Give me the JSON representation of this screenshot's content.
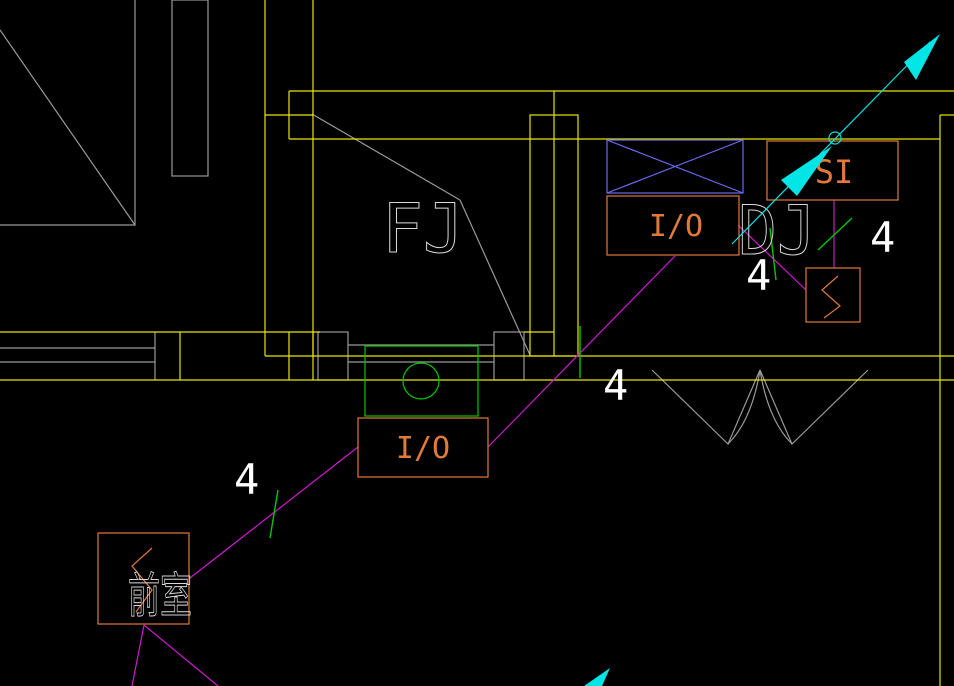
{
  "colors": {
    "background": "#000000",
    "wall": "#e6e600",
    "arch": "#9a9a9a",
    "device": "#e07a3a",
    "wire": "#d018d0",
    "direction": "#00e5e5",
    "fixture": "#00c800",
    "damper": "#6a6af0",
    "tick": "#00c800",
    "label": "#d8d8d8"
  },
  "labels": {
    "fj": "FJ",
    "dj": "DJ",
    "qianshi": "前室"
  },
  "devices": {
    "si_label": "SI",
    "io_upper_label": "I/O",
    "io_lower_label": "I/O",
    "s_label": "S"
  },
  "wire_counts": {
    "near_si": "4",
    "near_dj": "4",
    "near_door": "4",
    "lower_left": "4"
  },
  "icons": {
    "direction_arrow": "cyan-arrow-icon",
    "fan_symbol": "circle-fan-icon",
    "fire_damper": "crossed-box-icon",
    "smoke_detector": "zigzag-icon"
  }
}
